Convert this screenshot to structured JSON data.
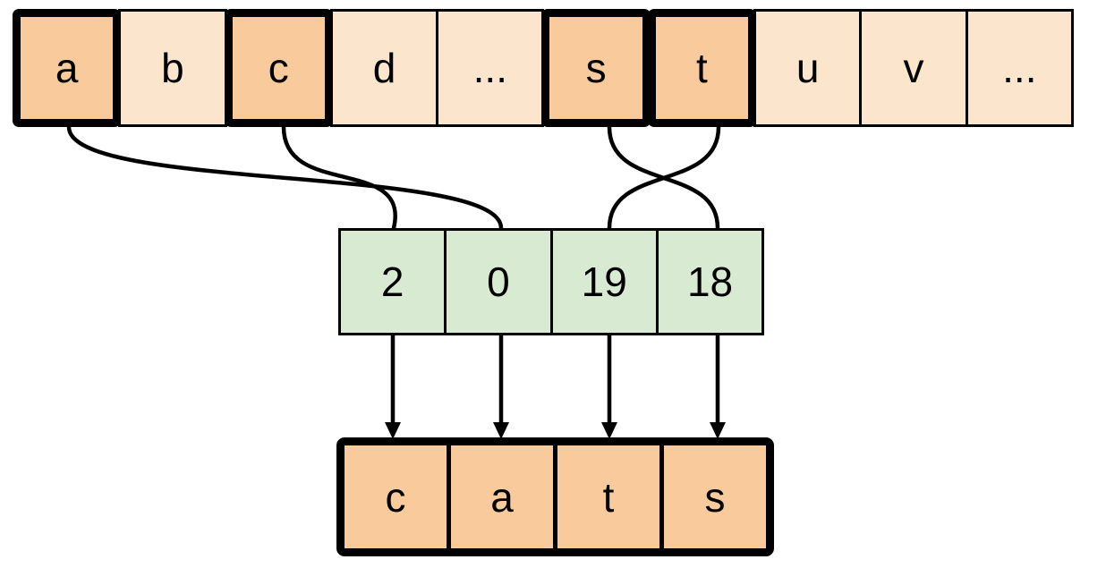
{
  "alphabet_row": {
    "cells": [
      {
        "label": "a",
        "highlighted": true
      },
      {
        "label": "b",
        "highlighted": false
      },
      {
        "label": "c",
        "highlighted": true
      },
      {
        "label": "d",
        "highlighted": false
      },
      {
        "label": "...",
        "highlighted": false
      },
      {
        "label": "s",
        "highlighted": true
      },
      {
        "label": "t",
        "highlighted": true
      },
      {
        "label": "u",
        "highlighted": false
      },
      {
        "label": "v",
        "highlighted": false
      },
      {
        "label": "...",
        "highlighted": false
      }
    ]
  },
  "index_row": {
    "cells": [
      {
        "label": "2"
      },
      {
        "label": "0"
      },
      {
        "label": "19"
      },
      {
        "label": "18"
      }
    ]
  },
  "output_row": {
    "cells": [
      {
        "label": "c"
      },
      {
        "label": "a"
      },
      {
        "label": "t"
      },
      {
        "label": "s"
      }
    ]
  },
  "connections": [
    {
      "from_letter": "a",
      "to_index": "0"
    },
    {
      "from_letter": "c",
      "to_index": "2"
    },
    {
      "from_letter": "s",
      "to_index": "18"
    },
    {
      "from_letter": "t",
      "to_index": "19"
    }
  ],
  "arrows": [
    {
      "from_index": "2",
      "to_letter": "c"
    },
    {
      "from_index": "0",
      "to_letter": "a"
    },
    {
      "from_index": "19",
      "to_letter": "t"
    },
    {
      "from_index": "18",
      "to_letter": "s"
    }
  ],
  "colors": {
    "highlight_fill": "#f9cb9c",
    "alphabet_fill": "#fce5cd",
    "index_fill": "#d9ead3",
    "stroke": "#000000",
    "background": "#ffffff"
  }
}
